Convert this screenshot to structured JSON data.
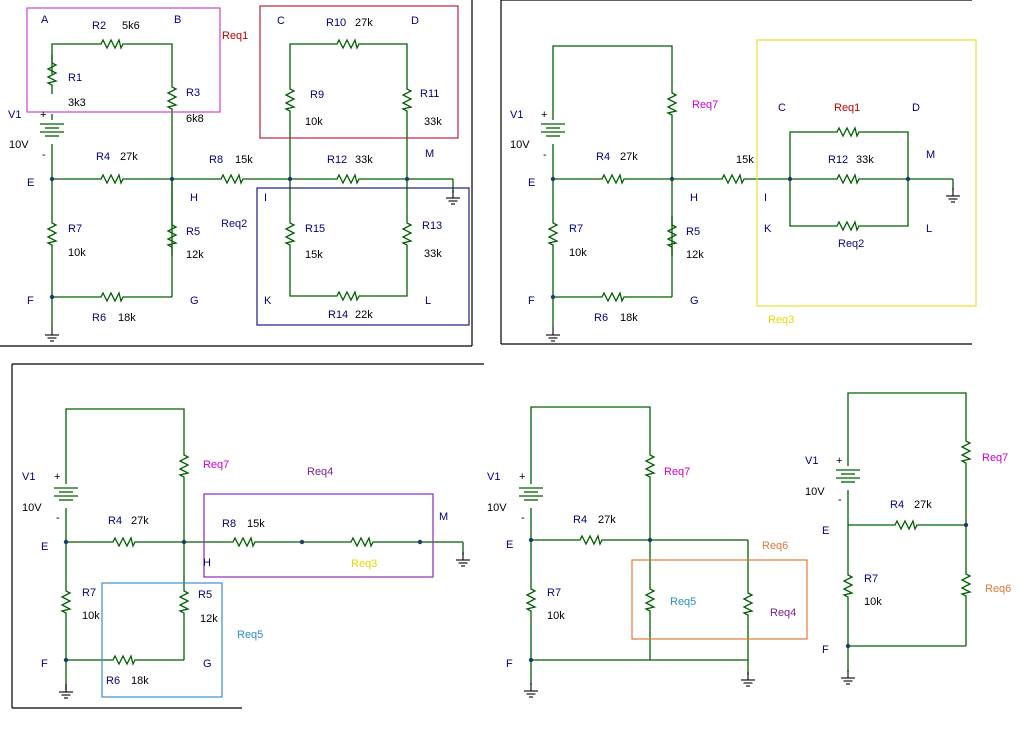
{
  "panel1": {
    "nodes": {
      "A": "A",
      "B": "B",
      "C": "C",
      "D": "D",
      "E": "E",
      "F": "F",
      "G": "G",
      "H": "H",
      "I": "I",
      "K": "K",
      "L": "L",
      "M": "M"
    },
    "source": {
      "name": "V1",
      "value": "10V",
      "plus": "+",
      "minus": "-"
    },
    "resistors": [
      {
        "name": "R1",
        "value": "3k3"
      },
      {
        "name": "R2",
        "value": "5k6"
      },
      {
        "name": "R3",
        "value": "6k8"
      },
      {
        "name": "R4",
        "value": "27k"
      },
      {
        "name": "R5",
        "value": "12k"
      },
      {
        "name": "R6",
        "value": "18k"
      },
      {
        "name": "R7",
        "value": "10k"
      },
      {
        "name": "R8",
        "value": "15k"
      },
      {
        "name": "R9",
        "value": "10k"
      },
      {
        "name": "R10",
        "value": "27k"
      },
      {
        "name": "R11",
        "value": "33k"
      },
      {
        "name": "R12",
        "value": "33k"
      },
      {
        "name": "R13",
        "value": "33k"
      },
      {
        "name": "R14",
        "value": "22k"
      },
      {
        "name": "R15",
        "value": "15k"
      }
    ],
    "boxes": {
      "req1": "Req1",
      "req2": "Req2"
    }
  },
  "panel2": {
    "source": {
      "name": "V1",
      "value": "10V",
      "plus": "+",
      "minus": "-"
    },
    "nodes": {
      "C": "C",
      "D": "D",
      "E": "E",
      "F": "F",
      "G": "G",
      "H": "H",
      "I": "I",
      "K": "K",
      "L": "L",
      "M": "M"
    },
    "req7": "Req7",
    "r4": {
      "name": "R4",
      "value": "27k"
    },
    "r5": {
      "name": "R5",
      "value": "12k"
    },
    "r6": {
      "name": "R6",
      "value": "18k"
    },
    "r7": {
      "name": "R7",
      "value": "10k"
    },
    "r8_value": "15k",
    "req1": "Req1",
    "r12": {
      "name": "R12",
      "value": "33k"
    },
    "req2": "Req2",
    "req3": "Req3"
  },
  "panel3": {
    "source": {
      "name": "V1",
      "value": "10V",
      "plus": "+",
      "minus": "-"
    },
    "nodes": {
      "E": "E",
      "F": "F",
      "G": "G",
      "H": "H",
      "M": "M"
    },
    "req7": "Req7",
    "req4": "Req4",
    "r4": {
      "name": "R4",
      "value": "27k"
    },
    "r8": {
      "name": "R8",
      "value": "15k"
    },
    "req3": "Req3",
    "r5": {
      "name": "R5",
      "value": "12k"
    },
    "r7": {
      "name": "R7",
      "value": "10k"
    },
    "r6": {
      "name": "R6",
      "value": "18k"
    },
    "req5": "Req5"
  },
  "panel4": {
    "source": {
      "name": "V1",
      "value": "10V",
      "plus": "+",
      "minus": "-"
    },
    "nodes": {
      "E": "E",
      "F": "F"
    },
    "req7": "Req7",
    "r4": {
      "name": "R4",
      "value": "27k"
    },
    "req6": "Req6",
    "req5": "Req5",
    "req4": "Req4",
    "r7": {
      "name": "R7",
      "value": "10k"
    }
  },
  "panel5": {
    "source": {
      "name": "V1",
      "value": "10V",
      "plus": "+",
      "minus": "-"
    },
    "nodes": {
      "E": "E",
      "F": "F"
    },
    "req7": "Req7",
    "r4": {
      "name": "R4",
      "value": "27k"
    },
    "req6": "Req6",
    "r7": {
      "name": "R7",
      "value": "10k"
    }
  },
  "colors": {
    "wire": "#006000",
    "req1_box": "#c0203a",
    "req2_box": "#1a1a80",
    "req3_box": "#f0e040",
    "req4_box": "#8a2ab0",
    "req5_box": "#3a8fd0",
    "req6_box": "#e07a3a",
    "label_navy": "#000080",
    "label_pink": "#cc00cc"
  }
}
